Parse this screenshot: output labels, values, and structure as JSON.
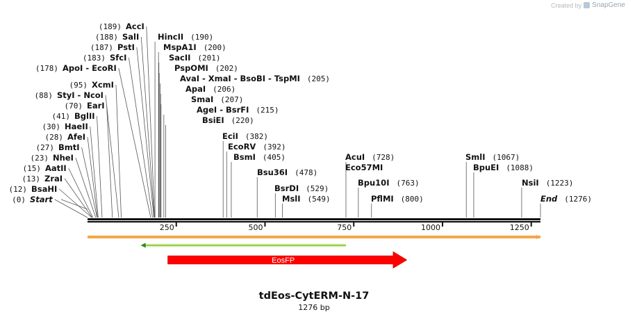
{
  "credit": {
    "prefix": "Created by",
    "brand": "SnapGene"
  },
  "sequence": {
    "name": "tdEos-CytERM-N-17",
    "length_label": "1276 bp",
    "length": 1276
  },
  "ruler": {
    "ticks": [
      250,
      500,
      750,
      1000,
      1250
    ]
  },
  "features": [
    {
      "name": "",
      "start": 0,
      "end": 1276,
      "color": "#f0a14a",
      "direction": "both"
    },
    {
      "name": "",
      "start": 150,
      "end": 728,
      "color": "#9ccc4a",
      "direction": "left"
    },
    {
      "name": "EosFP",
      "start": 226,
      "end": 900,
      "color": "#ff0000",
      "direction": "right"
    }
  ],
  "enzymes": [
    {
      "label": "Start",
      "pos_label": "(0)",
      "pos": 0
    },
    {
      "label": "BsaHI",
      "pos_label": "(12)",
      "pos": 12
    },
    {
      "label": "ZraI",
      "pos_label": "(13)",
      "pos": 13
    },
    {
      "label": "AatII",
      "pos_label": "(15)",
      "pos": 15
    },
    {
      "label": "NheI",
      "pos_label": "(23)",
      "pos": 23
    },
    {
      "label": "BmtI",
      "pos_label": "(27)",
      "pos": 27
    },
    {
      "label": "AfeI",
      "pos_label": "(28)",
      "pos": 28
    },
    {
      "label": "HaeII",
      "pos_label": "(30)",
      "pos": 30
    },
    {
      "label": "BglII",
      "pos_label": "(41)",
      "pos": 41
    },
    {
      "label": "EarI",
      "pos_label": "(70)",
      "pos": 70
    },
    {
      "label": "StyI - NcoI",
      "pos_label": "(88)",
      "pos": 88
    },
    {
      "label": "XcmI",
      "pos_label": "(95)",
      "pos": 95
    },
    {
      "label": "ApoI - EcoRI",
      "pos_label": "(178)",
      "pos": 178
    },
    {
      "label": "SfcI",
      "pos_label": "(183)",
      "pos": 183
    },
    {
      "label": "PstI",
      "pos_label": "(187)",
      "pos": 187
    },
    {
      "label": "SalI",
      "pos_label": "(188)",
      "pos": 188
    },
    {
      "label": "AccI",
      "pos_label": "(189)",
      "pos": 189
    },
    {
      "label": "HincII",
      "pos_label": "(190)",
      "pos": 190
    },
    {
      "label": "MspA1I",
      "pos_label": "(200)",
      "pos": 200
    },
    {
      "label": "SacII",
      "pos_label": "(201)",
      "pos": 201
    },
    {
      "label": "PspOMI",
      "pos_label": "(202)",
      "pos": 202
    },
    {
      "label": "AvaI - XmaI - BsoBI - TspMI",
      "pos_label": "(205)",
      "pos": 205
    },
    {
      "label": "ApaI",
      "pos_label": "(206)",
      "pos": 206
    },
    {
      "label": "SmaI",
      "pos_label": "(207)",
      "pos": 207
    },
    {
      "label": "AgeI - BsrFI",
      "pos_label": "(215)",
      "pos": 215
    },
    {
      "label": "BsiEI",
      "pos_label": "(220)",
      "pos": 220
    },
    {
      "label": "EciI",
      "pos_label": "(382)",
      "pos": 382
    },
    {
      "label": "EcoRV",
      "pos_label": "(392)",
      "pos": 392
    },
    {
      "label": "BsmI",
      "pos_label": "(405)",
      "pos": 405
    },
    {
      "label": "Bsu36I",
      "pos_label": "(478)",
      "pos": 478
    },
    {
      "label": "BsrDI",
      "pos_label": "(529)",
      "pos": 529
    },
    {
      "label": "MslI",
      "pos_label": "(549)",
      "pos": 549
    },
    {
      "label": "AcuI",
      "pos_label": "(728)",
      "pos": 728
    },
    {
      "label": "Eco57MI",
      "pos_label": "",
      "pos": 728
    },
    {
      "label": "Bpu10I",
      "pos_label": "(763)",
      "pos": 763
    },
    {
      "label": "PflMI",
      "pos_label": "(800)",
      "pos": 800
    },
    {
      "label": "SmlI",
      "pos_label": "(1067)",
      "pos": 1067
    },
    {
      "label": "BpuEI",
      "pos_label": "(1088)",
      "pos": 1088
    },
    {
      "label": "NsiI",
      "pos_label": "(1223)",
      "pos": 1223
    },
    {
      "label": "End",
      "pos_label": "(1276)",
      "pos": 1276
    }
  ]
}
